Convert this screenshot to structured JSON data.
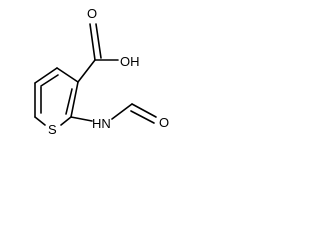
{
  "molecule": {
    "atoms": {
      "oxygen_carbonyl_acid": "O",
      "hydroxyl": "OH",
      "sulfur": "S",
      "amine": "HN",
      "oxygen_aldehyde": "O"
    }
  },
  "colors": {
    "bond": "#000000",
    "background": "#ffffff"
  }
}
